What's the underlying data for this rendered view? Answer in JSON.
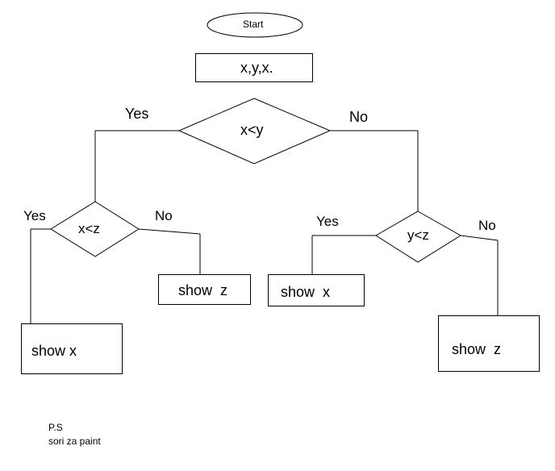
{
  "flowchart": {
    "start": "Start",
    "input": "x,y,x.",
    "cond_main": "x<y",
    "cond_left": "x<z",
    "cond_right": "y<z",
    "yes": "Yes",
    "no": "No",
    "out_left_yes": "show x",
    "out_left_no": "show  z",
    "out_right_yes": "show  x",
    "out_right_no": "show  z"
  },
  "note": {
    "line1": "P.S",
    "line2": "sori za paint"
  }
}
